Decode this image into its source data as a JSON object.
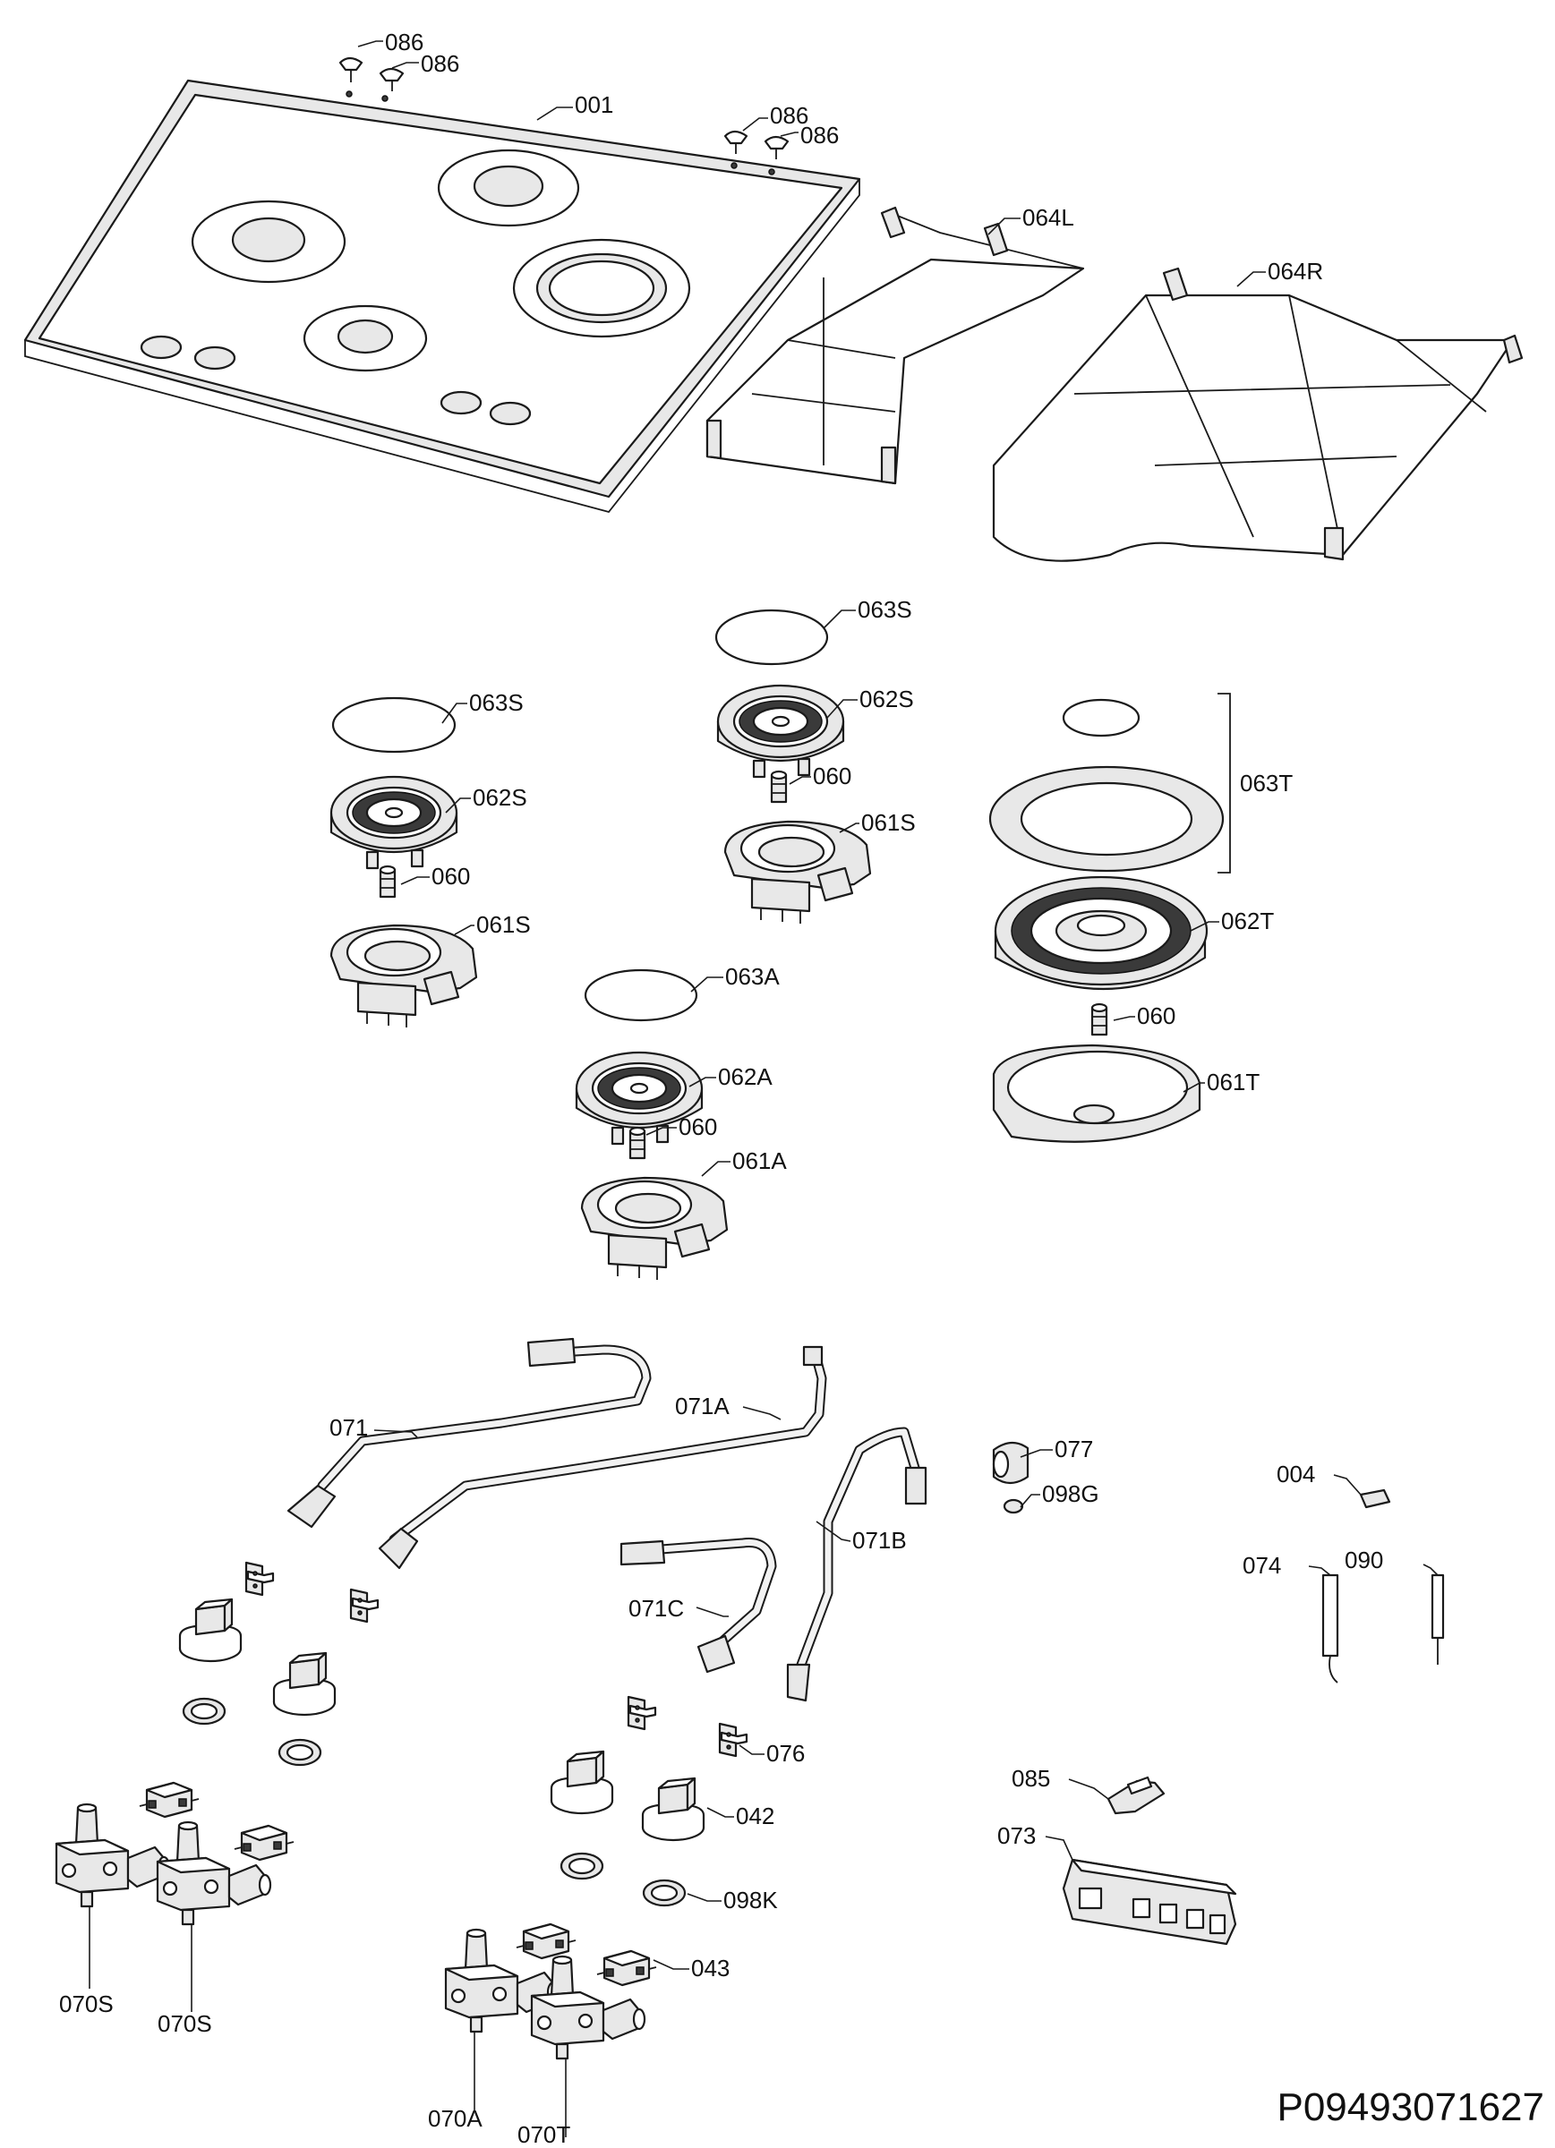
{
  "labels": {
    "l001": "001",
    "l086a": "086",
    "l086b": "086",
    "l086c": "086",
    "l086d": "086",
    "l064L": "064L",
    "l064R": "064R",
    "l063S_1": "063S",
    "l062S_1": "062S",
    "l060_1": "060",
    "l061S_1": "061S",
    "l063S_2": "063S",
    "l062S_2": "062S",
    "l060_2": "060",
    "l061S_2": "061S",
    "l063T": "063T",
    "l062T": "062T",
    "l060_3": "060",
    "l061T": "061T",
    "l063A": "063A",
    "l062A": "062A",
    "l060_4": "060",
    "l061A": "061A",
    "l071": "071",
    "l071A": "071A",
    "l071B": "071B",
    "l071C": "071C",
    "l077": "077",
    "l098G": "098G",
    "l004": "004",
    "l074": "074",
    "l090": "090",
    "l076": "076",
    "l042": "042",
    "l098K": "098K",
    "l043": "043",
    "l085": "085",
    "l073": "073",
    "l070S_1": "070S",
    "l070S_2": "070S",
    "l070A": "070A",
    "l070T": "070T"
  },
  "reference_code": "P09493071627"
}
